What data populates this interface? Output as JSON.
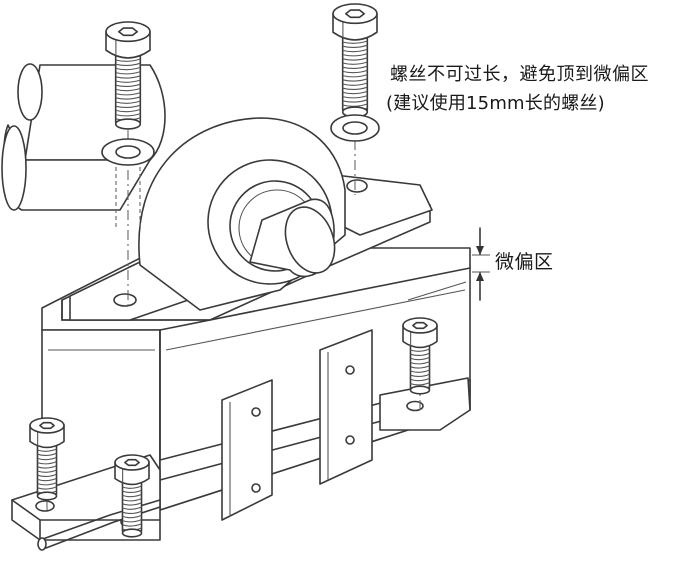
{
  "annotations": {
    "screw_note_line1": "螺丝不可过长，避免顶到微偏区",
    "screw_note_line2": "(建议使用15mm长的螺丝)",
    "gap_label": "微偏区"
  }
}
